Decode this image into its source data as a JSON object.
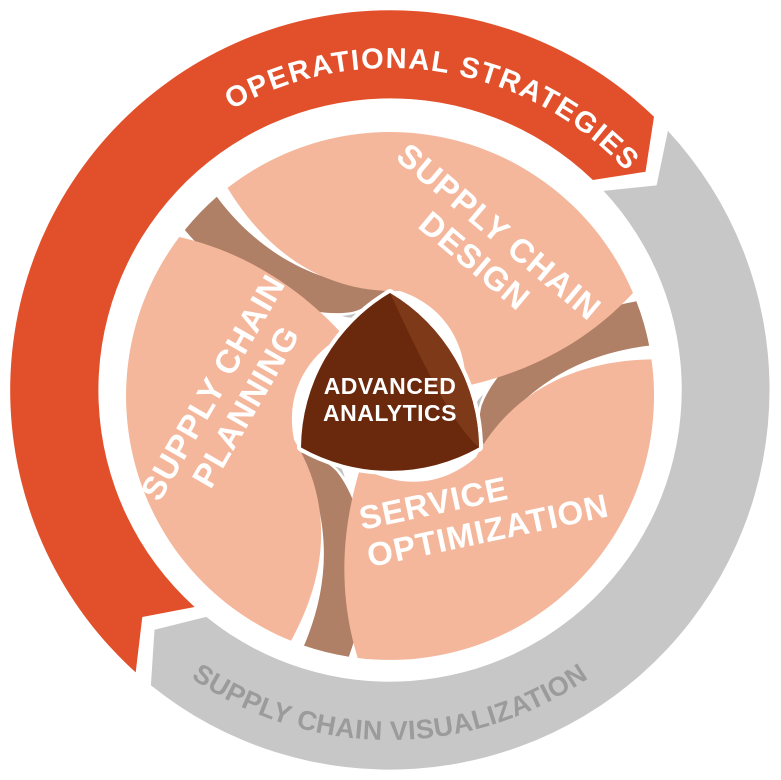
{
  "diagram": {
    "ring": {
      "operational": "OPERATIONAL STRATEGIES",
      "visualization": "SUPPLY CHAIN VISUALIZATION"
    },
    "segments": {
      "design": {
        "lines": [
          "SUPPLY CHAIN",
          "DESIGN"
        ]
      },
      "planning": {
        "lines": [
          "SUPPLY CHAIN",
          "PLANNING"
        ]
      },
      "service": {
        "lines": [
          "SERVICE",
          "OPTIMIZATION"
        ]
      }
    },
    "center": {
      "lines": [
        "ADVANCED",
        "ANALYTICS"
      ]
    },
    "colors": {
      "ring_orange": "#E2502B",
      "ring_gray": "#C7C7C7",
      "ring_gray_text": "#9B9B9B",
      "segment_salmon": "#F4B79B",
      "trail_taupe": "#AF7F66",
      "trail_sliver_gray": "#C4C4C4",
      "center_dark_brown": "#6A280C",
      "center_highlight_brown": "#7E3919",
      "label_white": "#FFFFFF"
    }
  }
}
